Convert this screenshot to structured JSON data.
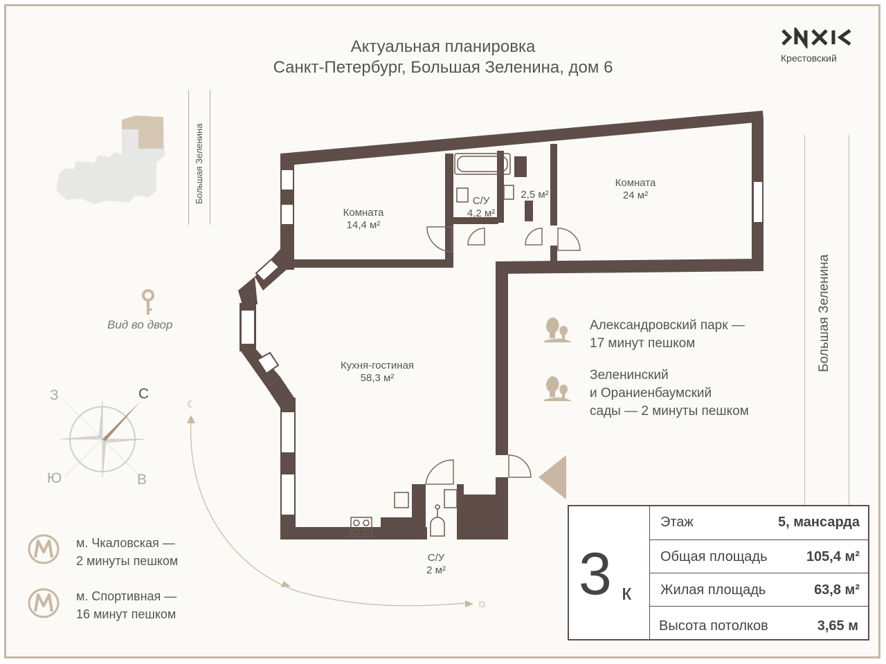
{
  "header": {
    "title_line1": "Актуальная планировка",
    "title_line2": "Санкт-Петербург, Большая Зеленина, дом 6"
  },
  "logo": {
    "text": "Крестовский",
    "icon": "krestovsky-logo-icon"
  },
  "streets": {
    "left_label": "Большая Зеленина",
    "right_label": "Большая Зеленина"
  },
  "rooms": [
    {
      "name": "Комната",
      "area": "14,4 м²"
    },
    {
      "name": "С/У",
      "area": "4,2 м²"
    },
    {
      "name": "",
      "area": "2,5 м²"
    },
    {
      "name": "Комната",
      "area": "24 м²"
    },
    {
      "name": "Кухня-гостиная",
      "area": "58,3 м²"
    },
    {
      "name": "С/У",
      "area": "2 м²"
    }
  ],
  "view": {
    "label": "Вид во двор",
    "icon": "key-icon"
  },
  "compass": {
    "n": "С",
    "w": "З",
    "s": "Ю",
    "e": "В"
  },
  "parks": [
    {
      "line1": "Александровский парк —",
      "line2": "17 минут пешком",
      "line3": "",
      "icon": "tree-icon"
    },
    {
      "line1": "Зеленинский",
      "line2": "и Ораниенбаумский",
      "line3": "сады — 2 минуты пешком",
      "icon": "tree-icon"
    }
  ],
  "metro": [
    {
      "line1": "м. Чкаловская —",
      "line2": "2 минуты пешком",
      "icon": "metro-icon"
    },
    {
      "line1": "м. Спортивная —",
      "line2": "16 минут пешком",
      "icon": "metro-icon"
    }
  ],
  "apartment": {
    "type_number": "3",
    "type_suffix": "к",
    "specs": [
      {
        "label": "Этаж",
        "value": "5, мансарда"
      },
      {
        "label": "Общая площадь",
        "value": "105,4 м²"
      },
      {
        "label": "Жилая площадь",
        "value": "63,8 м²"
      },
      {
        "label": "Высота потолков",
        "value": "3,65 м"
      }
    ]
  },
  "colors": {
    "wall": "#5e4d48",
    "accent": "#c7b8a4",
    "entrance": "#c9b6a3",
    "door": "#7a6a62"
  }
}
